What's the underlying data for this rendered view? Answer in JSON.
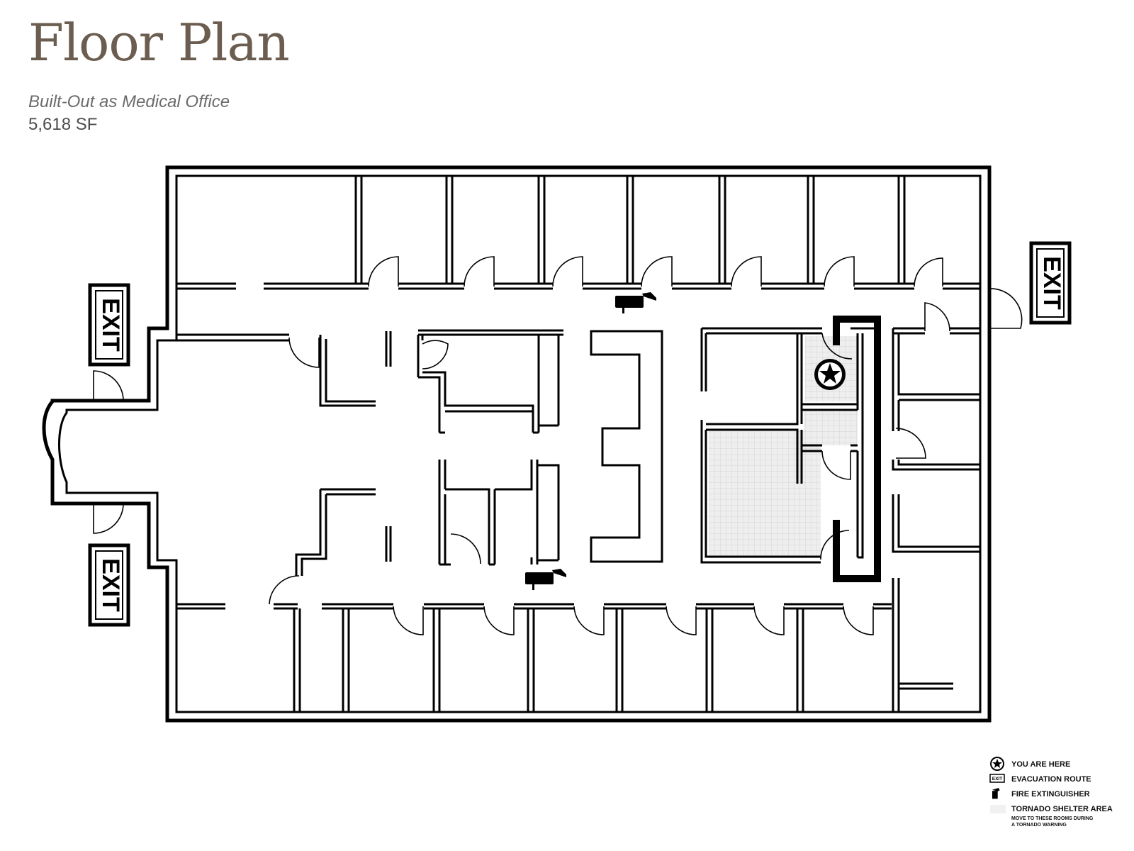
{
  "header": {
    "title": "Floor Plan",
    "subtitle": "Built-Out as Medical Office",
    "area": "5,618 SF"
  },
  "plan": {
    "exit_label": "EXIT",
    "shelter_color": "#e9e9e9",
    "wall_color": "#000000"
  },
  "legend": {
    "you_are_here": "YOU ARE HERE",
    "evacuation_route": "EVACUATION ROUTE",
    "evacuation_icon_label": "EXIT",
    "fire_extinguisher": "FIRE EXTINGUISHER",
    "tornado_shelter": "TORNADO SHELTER AREA",
    "tornado_note_line1": "MOVE TO THESE ROOMS DURING",
    "tornado_note_line2": "A TORNADO WARNING"
  }
}
